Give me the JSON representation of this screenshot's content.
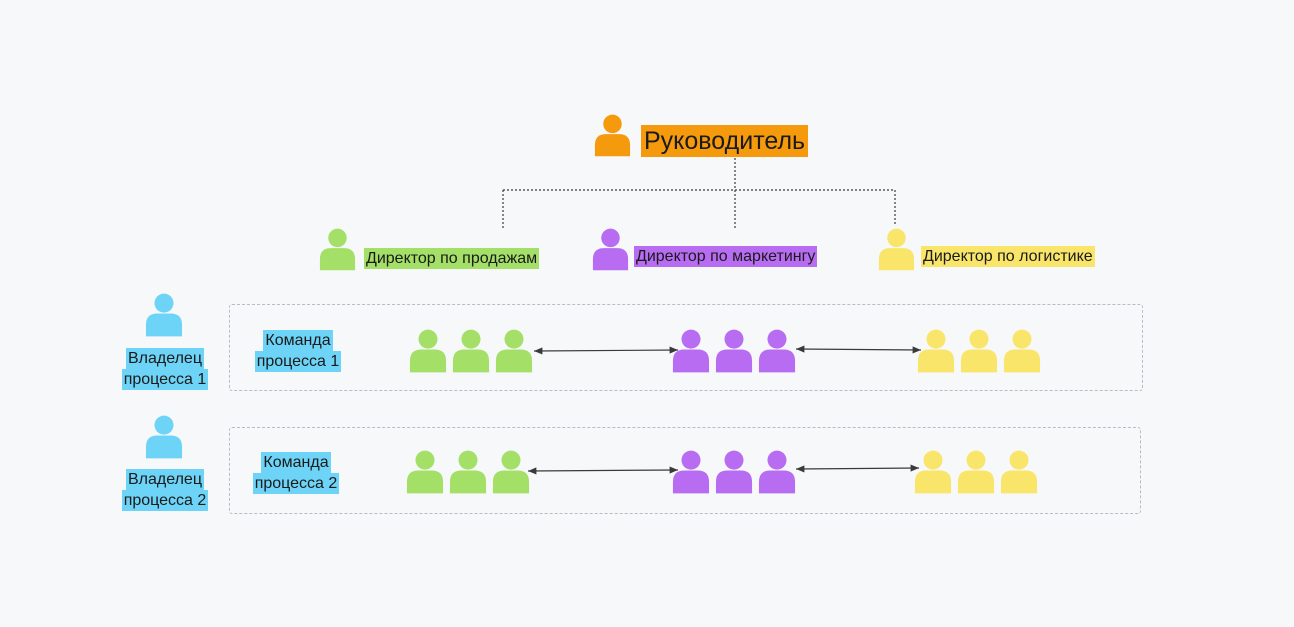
{
  "head": {
    "label": "Руководитель"
  },
  "directors": [
    {
      "label": "Директор по продажам"
    },
    {
      "label": "Директор по маркетингу"
    },
    {
      "label": "Директор по логистике"
    }
  ],
  "processes": [
    {
      "owner_line1": "Владелец",
      "owner_line2": "процесса 1",
      "team_line1": "Команда",
      "team_line2": "процесса 1"
    },
    {
      "owner_line1": "Владелец",
      "owner_line2": "процесса 2",
      "team_line1": "Команда",
      "team_line2": "процесса 2"
    }
  ],
  "colors": {
    "head": "#f59a0c",
    "sales": "#a4e067",
    "marketing": "#b76cf2",
    "logistics": "#f8e56a",
    "owner": "#6dd4f7",
    "connector": "#3a3a3a",
    "box_border": "#b9bcc4"
  },
  "icons": {
    "person": "person-icon",
    "arrow": "double-arrow"
  }
}
